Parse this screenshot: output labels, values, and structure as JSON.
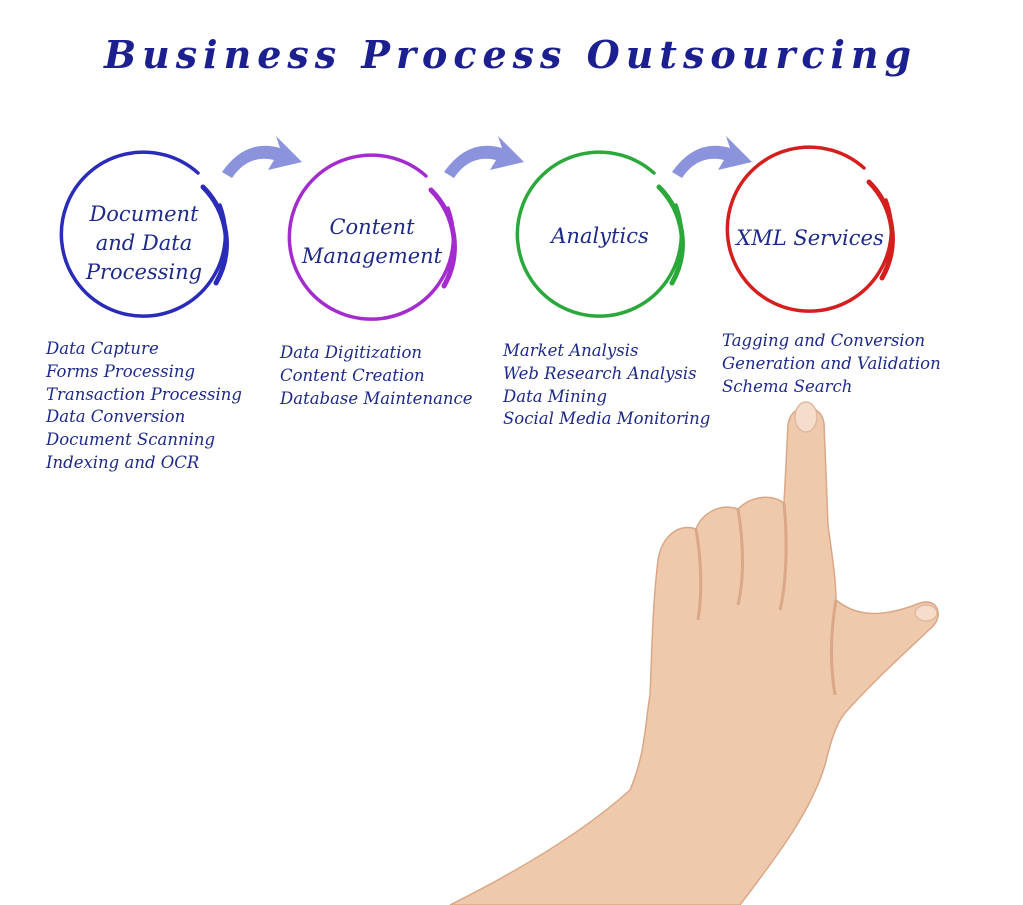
{
  "title": "Business Process Outsourcing",
  "colors": {
    "title": "#1c1f8f",
    "text": "#1e2a8a",
    "arrow": "#8b93dc",
    "skin": "#efc9ac",
    "skin_shadow": "#d9a888"
  },
  "stages": [
    {
      "label_lines": [
        "Document",
        "and Data",
        "Processing"
      ],
      "color": "#2a2bb8",
      "items": [
        "Data Capture",
        "Forms Processing",
        "Transaction Processing",
        "Data Conversion",
        "Document Scanning",
        "Indexing and OCR"
      ]
    },
    {
      "label_lines": [
        "Content",
        "Management"
      ],
      "color": "#a42ccf",
      "items": [
        "Data Digitization",
        "Content Creation",
        "Database Maintenance"
      ]
    },
    {
      "label_lines": [
        "Analytics"
      ],
      "color": "#2aa83a",
      "items": [
        "Market Analysis",
        "Web Research Analysis",
        "Data Mining",
        "Social Media Monitoring"
      ]
    },
    {
      "label_lines": [
        "XML Services"
      ],
      "color": "#d41f1f",
      "items": [
        "Tagging and Conversion",
        "Generation and Validation",
        "Schema Search"
      ]
    }
  ]
}
